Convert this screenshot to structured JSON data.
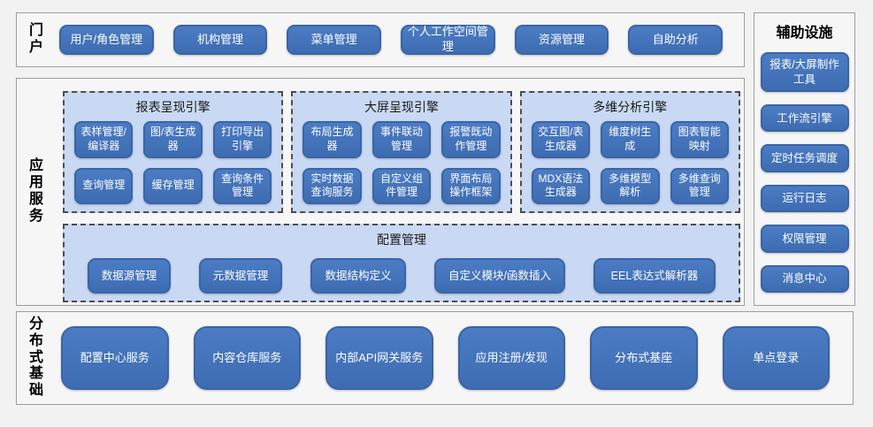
{
  "portal": {
    "label": "门户",
    "buttons": [
      "用户/角色管理",
      "机构管理",
      "菜单管理",
      "个人工作空间管理",
      "资源管理",
      "自助分析"
    ]
  },
  "app_services": {
    "label": "应用服务",
    "engines": [
      {
        "title": "报表呈现引擎",
        "buttons": [
          "表样管理/编译器",
          "图/表生成器",
          "打印导出引擎",
          "查询管理",
          "缓存管理",
          "查询条件管理"
        ]
      },
      {
        "title": "大屏呈现引擎",
        "buttons": [
          "布局生成器",
          "事件联动管理",
          "报警既动作管理",
          "实时数据查询服务",
          "自定义组件管理",
          "界面布局操作框架"
        ]
      },
      {
        "title": "多维分析引擎",
        "buttons": [
          "交互图/表生成器",
          "维度树生成",
          "图表智能映射",
          "MDX语法生成器",
          "多维模型解析",
          "多维查询管理"
        ]
      }
    ],
    "config": {
      "title": "配置管理",
      "buttons": [
        "数据源管理",
        "元数据管理",
        "数据结构定义",
        "自定义模块/函数插入",
        "EEL表达式解析器"
      ]
    }
  },
  "auxiliary": {
    "title": "辅助设施",
    "buttons": [
      "报表/大屏制作工具",
      "工作流引擎",
      "定时任务调度",
      "运行日志",
      "权限管理",
      "消息中心"
    ]
  },
  "foundation": {
    "label": "分布式基础",
    "buttons": [
      "配置中心服务",
      "内容仓库服务",
      "内部API网关服务",
      "应用注册/发现",
      "分布式基座",
      "单点登录"
    ]
  },
  "colors": {
    "page_bg": "#f2f2f2",
    "section_fill": "#f6f6f6",
    "section_border": "#9e9e9e",
    "panel_fill": "#c9d9f4",
    "panel_border": "#4d4d4d",
    "button_fill": "#4b7cc4",
    "button_fill_dark": "#3e6cb2",
    "button_border": "#3a65a5",
    "button_text": "#ffffff",
    "title_text": "#1a1a1a"
  }
}
